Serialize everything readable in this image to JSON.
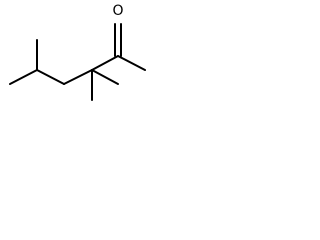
{
  "molecule": {
    "atoms": [
      {
        "id": "O1",
        "element": "O",
        "label": "O"
      }
    ]
  },
  "colors": {
    "bond": "#000000",
    "label": "#000000",
    "background": "#ffffff"
  }
}
